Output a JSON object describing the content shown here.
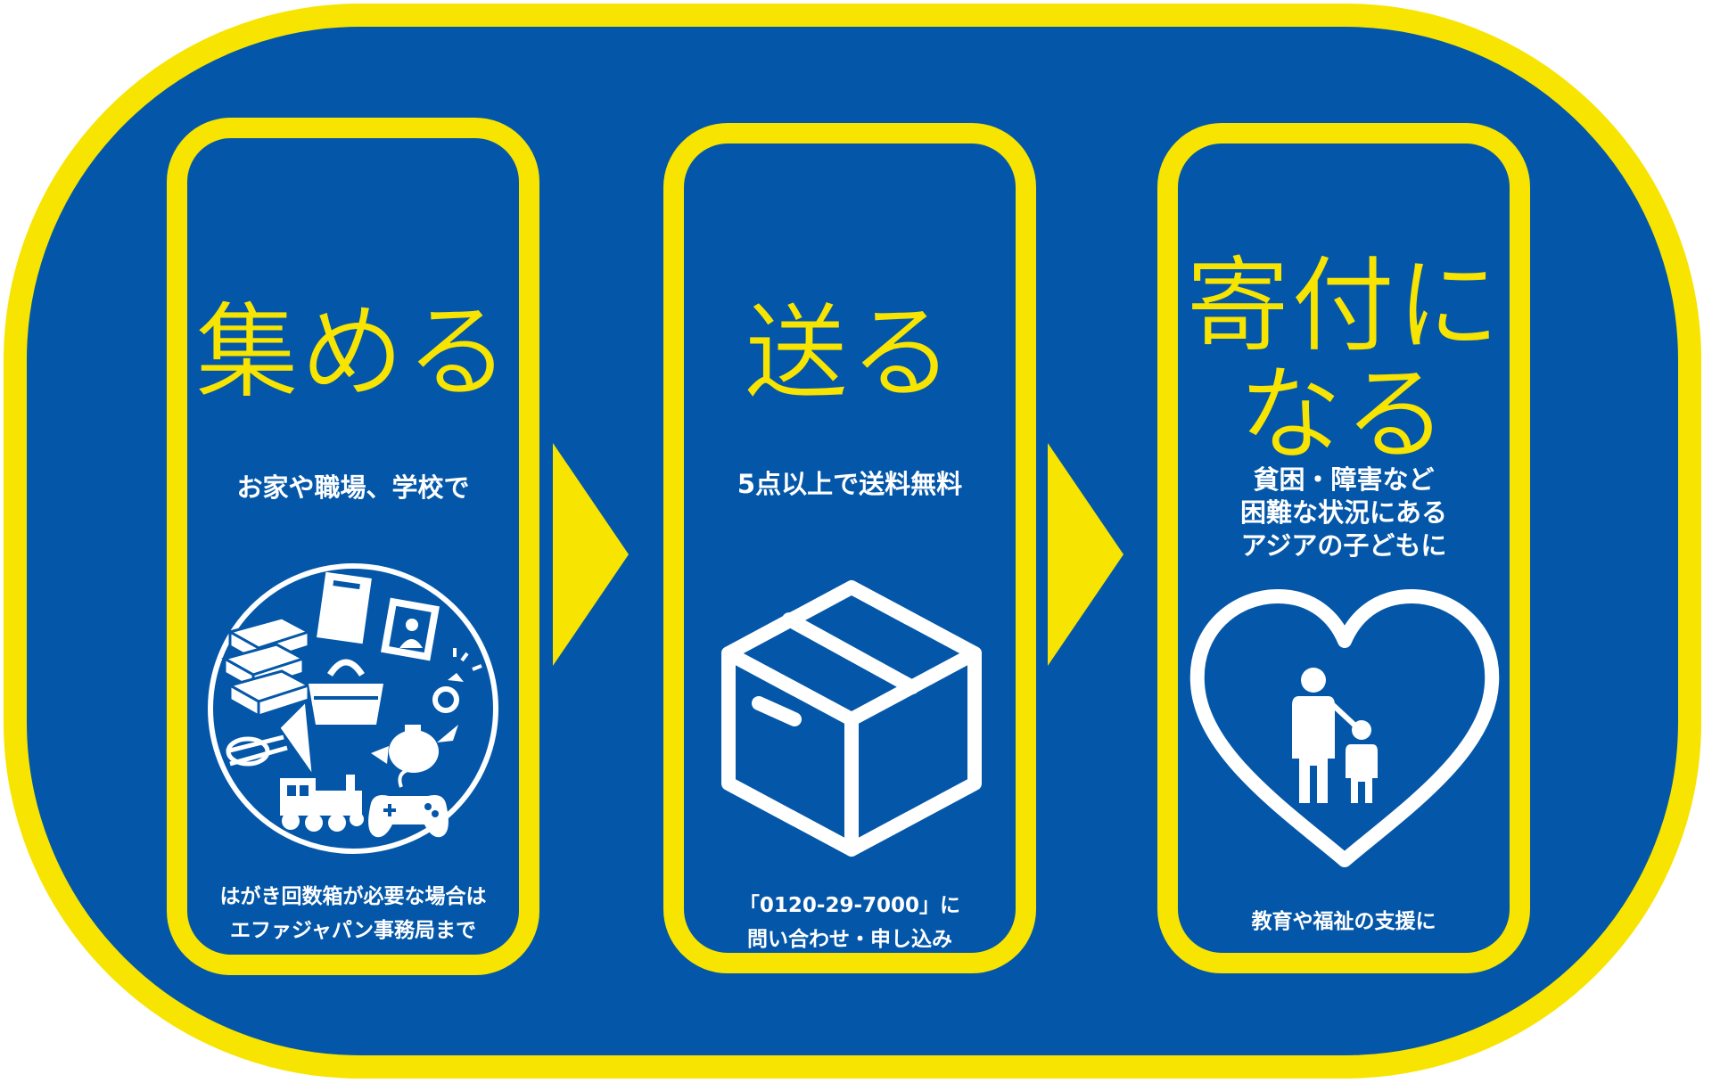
{
  "steps": [
    {
      "title": "集める",
      "subtitle": "お家や職場、学校で",
      "note": "はがき回数箱が必要な場合は\nエファジャパン事務局まで",
      "icon": "collected-items-icon"
    },
    {
      "title": "送る",
      "subtitle": "5点以上で送料無料",
      "note": "「0120-29-7000」に\n問い合わせ・申し込み",
      "icon": "cardboard-box-icon"
    },
    {
      "title": "寄付に\nなる",
      "subtitle": "貧困・障害など\n困難な状況にある\nアジアの子どもに",
      "note": "教育や福祉の支援に",
      "icon": "heart-parent-child-icon"
    }
  ],
  "colors": {
    "background": "#0457a8",
    "accent": "#f7e400",
    "text": "#ffffff"
  }
}
